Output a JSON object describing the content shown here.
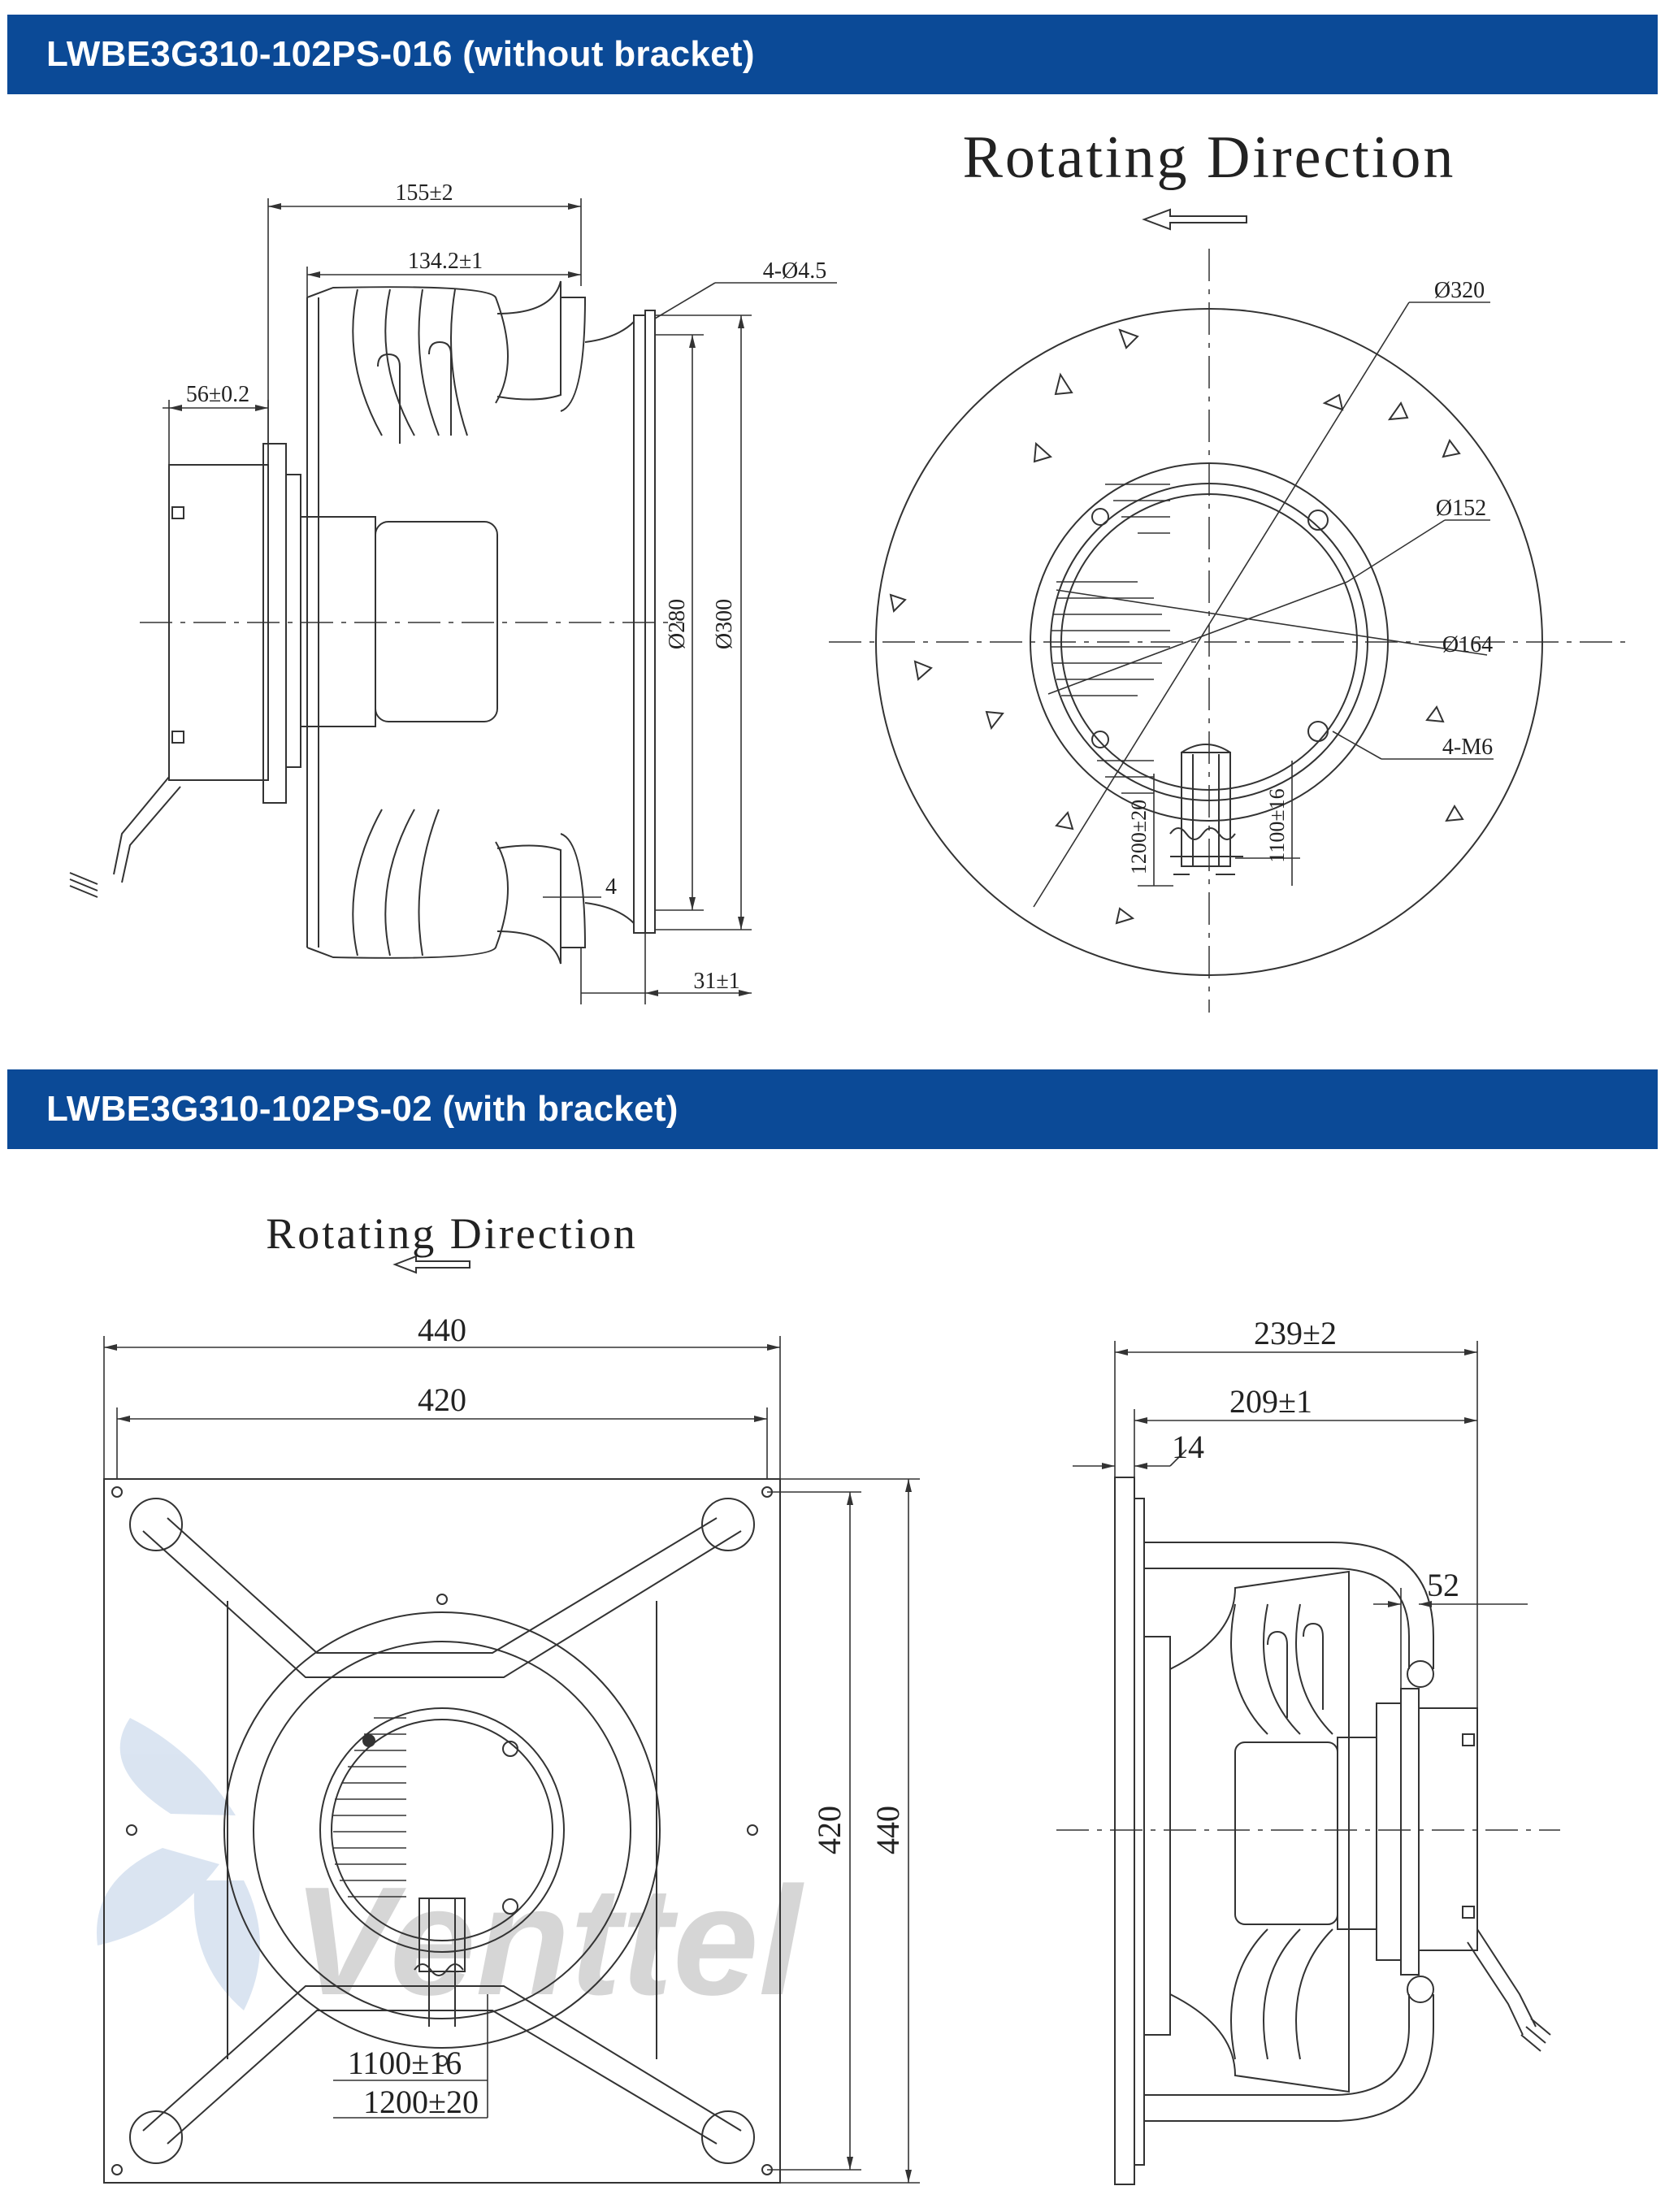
{
  "sections": [
    {
      "title": "LWBE3G310-102PS-016 (without bracket)"
    },
    {
      "title": "LWBE3G310-102PS-02 (with bracket)"
    }
  ],
  "rotating_direction": "Rotating Direction",
  "watermark": "Venttel",
  "drawing1": {
    "side": {
      "dim_155": "155±2",
      "dim_134": "134.2±1",
      "dim_56": "56±0.2",
      "holes": "4-Ø4.5",
      "dia_280": "Ø280",
      "dia_300": "Ø300",
      "dim_4": "4",
      "dim_31": "31±1"
    },
    "front": {
      "dia_320": "Ø320",
      "dia_152": "Ø152",
      "dia_164": "Ø164",
      "m6": "4-M6",
      "cable_1200": "1200±20",
      "cable_1100": "1100±16"
    }
  },
  "drawing2": {
    "front": {
      "dim_440_w": "440",
      "dim_420_w": "420",
      "dim_420_h": "420",
      "dim_440_h": "440",
      "cable_1100": "1100±16",
      "cable_1200": "1200±20"
    },
    "side": {
      "dim_239": "239±2",
      "dim_209": "209±1",
      "dim_14": "14",
      "dim_52": "52"
    }
  }
}
